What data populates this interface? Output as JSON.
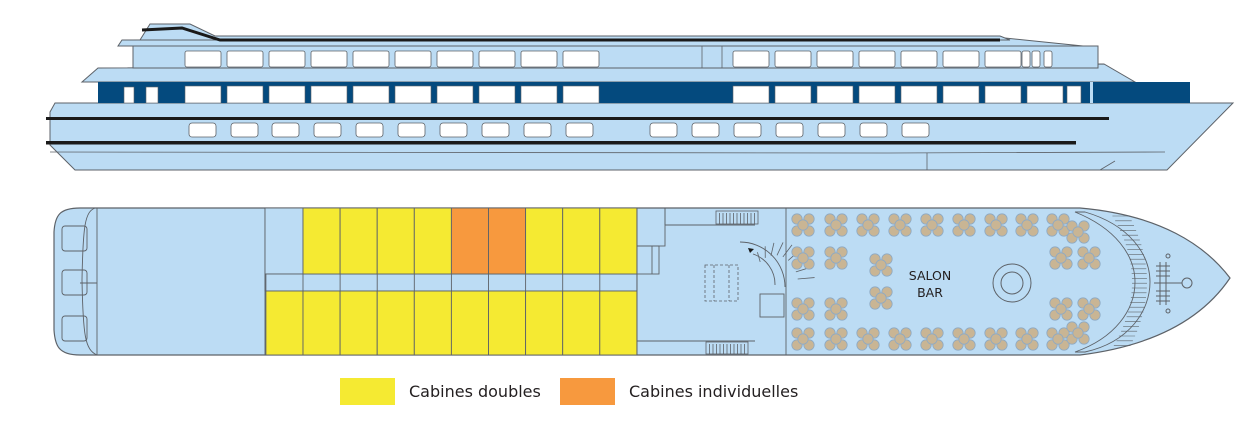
{
  "colors": {
    "hull_fill": "#bcdcf4",
    "outline": "#5d6268",
    "window_band_dark": "#044a7e",
    "stripe": "#1a1a1a",
    "cabin_double": "#f5ea32",
    "cabin_single": "#f7993e",
    "chair": "#c9b594",
    "window": "#ffffff"
  },
  "deck_plan": {
    "salon_label_line1": "SALON",
    "salon_label_line2": "BAR",
    "cabins_top_row": [
      "double",
      "double",
      "double",
      "double",
      "single",
      "single",
      "double",
      "double",
      "double"
    ],
    "cabins_bottom_row": [
      "double",
      "double",
      "double",
      "double",
      "double",
      "double",
      "double",
      "double",
      "double",
      "double"
    ]
  },
  "legend": [
    {
      "key": "double",
      "label": "Cabines doubles",
      "color": "#f5ea32"
    },
    {
      "key": "single",
      "label": "Cabines individuelles",
      "color": "#f7993e"
    }
  ]
}
